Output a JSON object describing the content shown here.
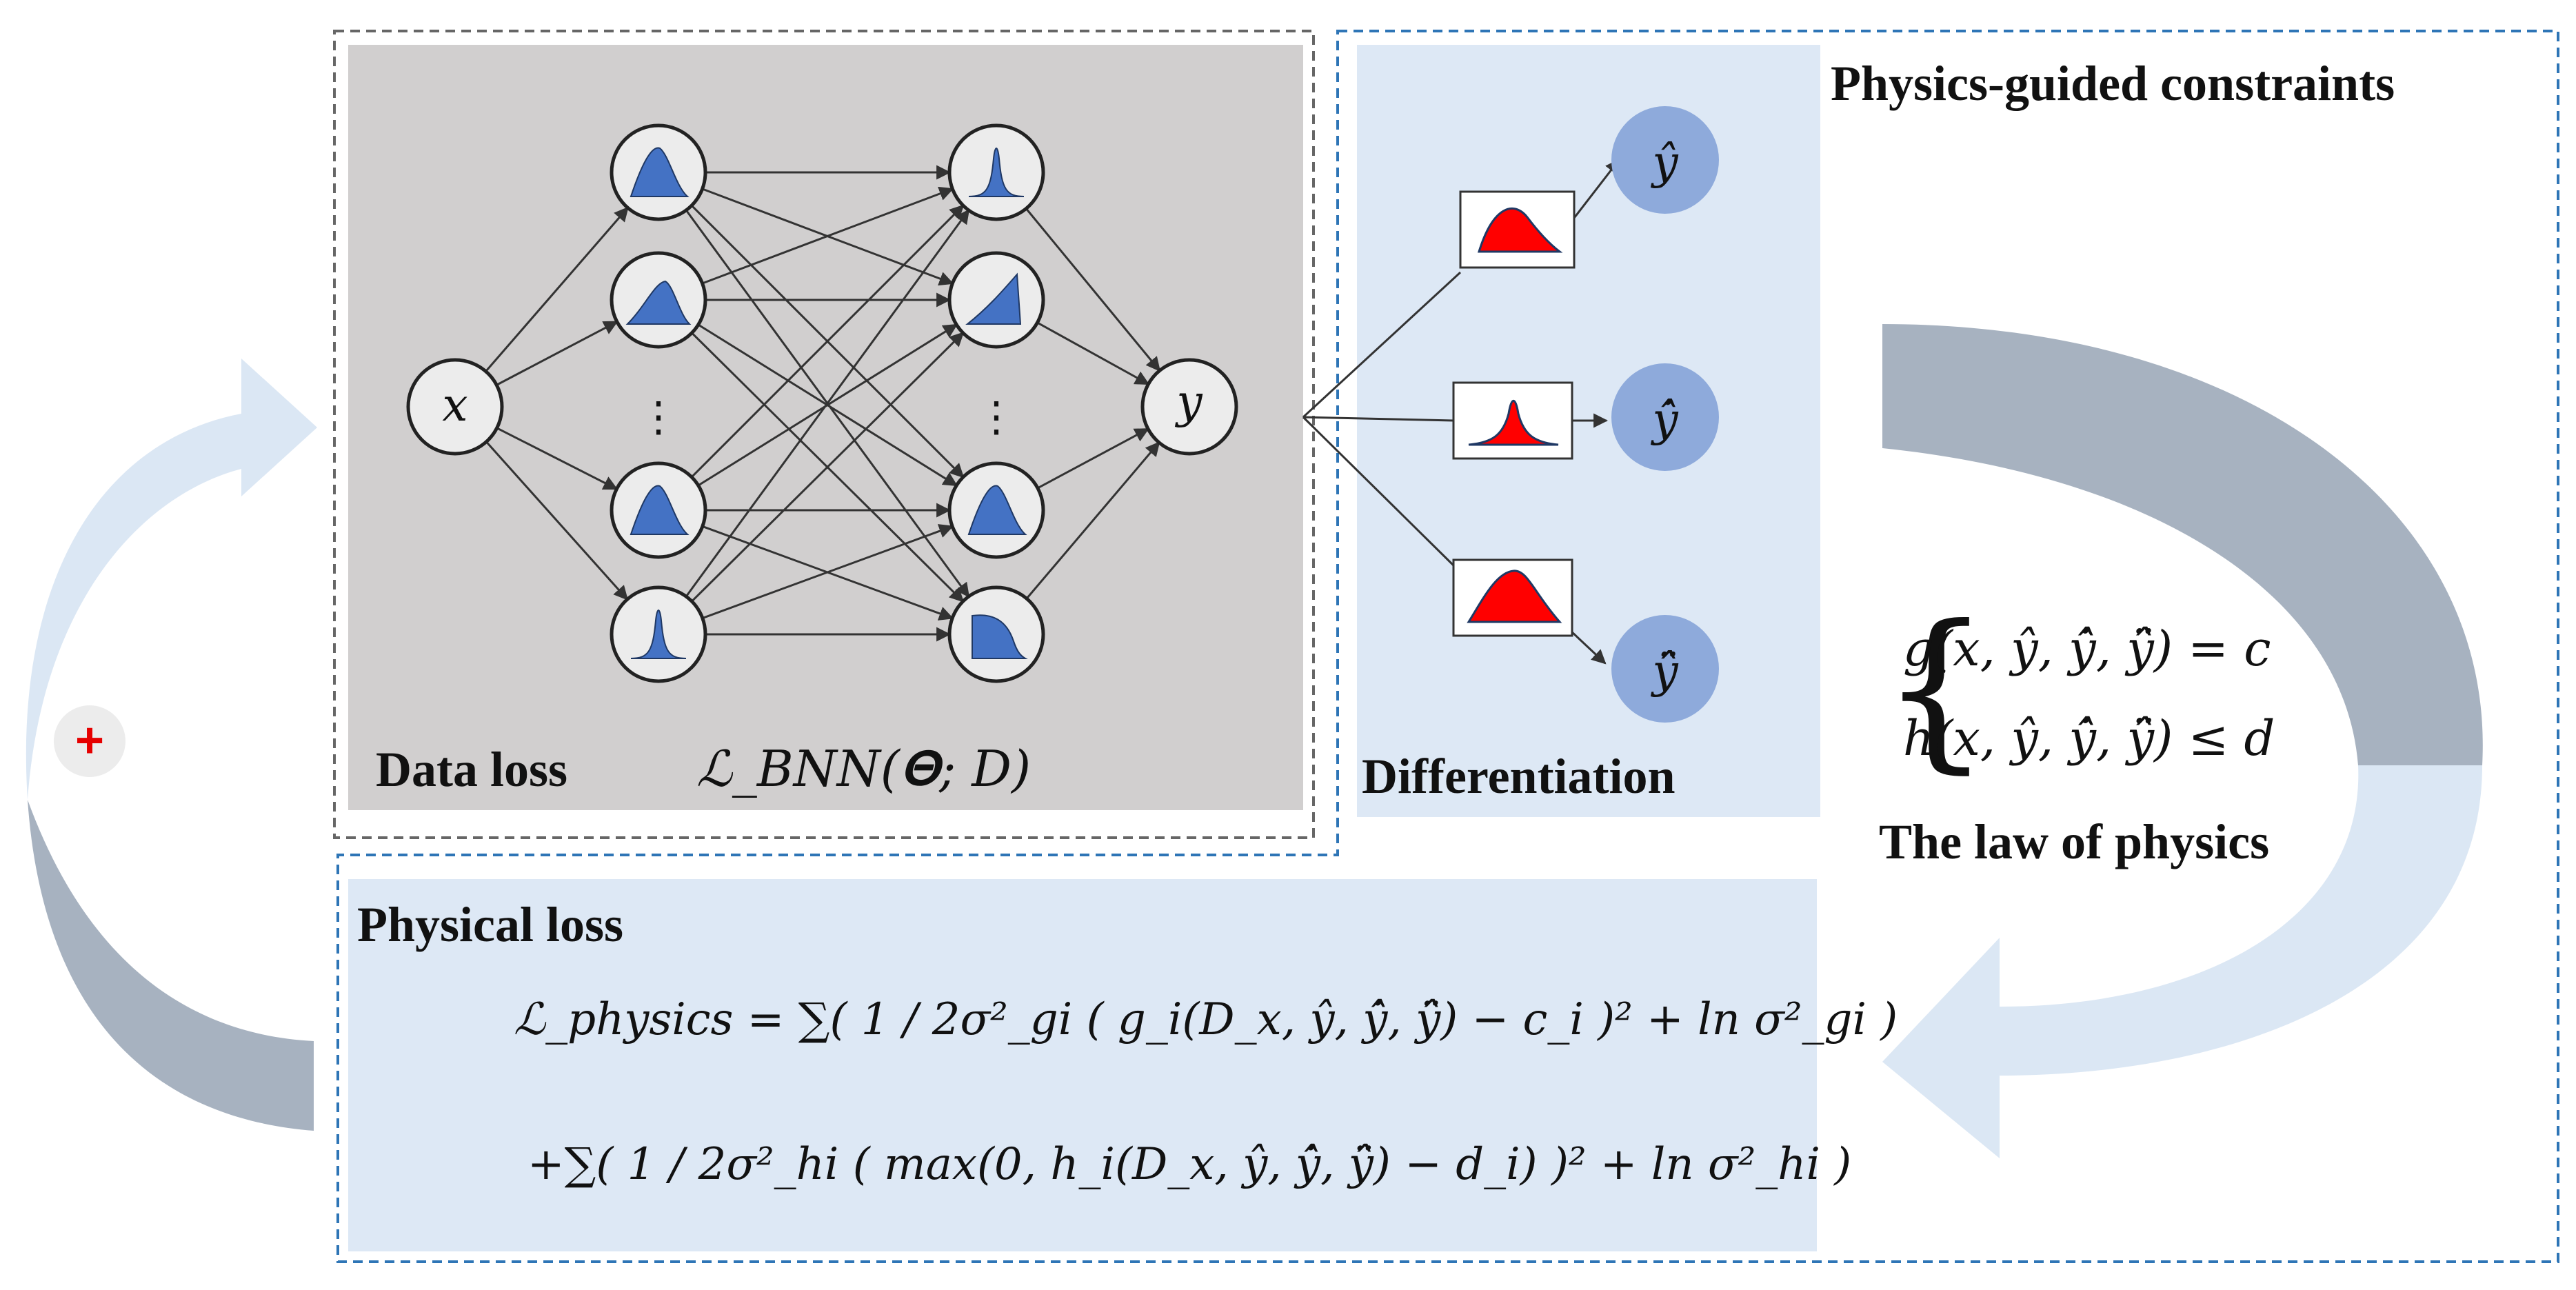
{
  "labels": {
    "data_loss": "Data loss",
    "physics_guided_constraints": "Physics-guided constraints",
    "differentiation": "Differentiation",
    "law_of_physics": "The law of physics",
    "physical_loss": "Physical loss"
  },
  "equations": {
    "bnn_loss": "ℒ_BNN(𝚯; D)",
    "constraint_equality": "g(x, ŷ, ŷ̇, ŷ̈) = c",
    "constraint_inequality": "h(x, ŷ, ŷ̇, ŷ̈) ≤ d",
    "physics_loss_line1": "ℒ_physics = ∑( 1 / 2σ²_gi ( g_i(D_x, ŷ, ŷ̇, ŷ̈) − c_i )² + ln σ²_gi )",
    "physics_loss_line2": "+∑( 1 / 2σ²_hi ( max(0, h_i(D_x, ŷ, ŷ̇, ŷ̈) − d_i) )² + ln σ²_hi )"
  },
  "nodes": {
    "input": "x",
    "output": "y",
    "ellipsis": "⋮",
    "outputs_derived": [
      "ŷ",
      "ŷ̇",
      "ŷ̈"
    ]
  },
  "symbols": {
    "plus": "+"
  },
  "colors": {
    "nn_panel": "#d1cfcf",
    "blue_panel": "#dde8f5",
    "node_fill": "#ececec",
    "dist_blue": "#4472c4",
    "dist_red": "#ff0000",
    "output_node": "#8eaadb",
    "arrow_gray": "#a7b2c0",
    "arrow_light": "#dbe7f4",
    "dash_blue": "#2e75b6",
    "dash_gray": "#666666"
  }
}
